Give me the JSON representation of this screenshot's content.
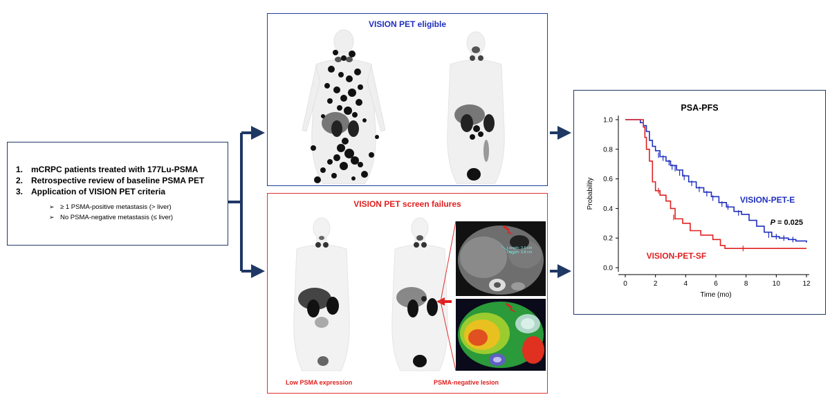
{
  "criteria": {
    "items": [
      {
        "num": "1.",
        "text": "mCRPC patients treated with 177Lu-PSMA"
      },
      {
        "num": "2.",
        "text": "Retrospective review of baseline PSMA PET"
      },
      {
        "num": "3.",
        "text": "Application of VISION PET criteria"
      }
    ],
    "sub_items": [
      "≥ 1 PSMA-positive metastasis (> liver)",
      "No PSMA-negative metastasis (≤ liver)"
    ]
  },
  "eligible": {
    "title": "VISION PET eligible"
  },
  "screen_fail": {
    "title": "VISION PET screen failures",
    "captions": [
      "Low PSMA expression",
      "PSMA-negative lesion"
    ],
    "ct_label_lines": [
      "Length: 3.6 cm",
      "Length: 3.8 cm"
    ]
  },
  "colors": {
    "navy": "#1f3864",
    "blue": "#1f2fbf",
    "red": "#e02020"
  },
  "chart_data": {
    "type": "line",
    "title": "PSA-PFS",
    "xlabel": "Time (mo)",
    "ylabel": "Probability",
    "xlim": [
      0,
      12
    ],
    "ylim": [
      0,
      1.0
    ],
    "xticks": [
      0,
      2,
      4,
      6,
      8,
      10,
      12
    ],
    "yticks": [
      0.0,
      0.2,
      0.4,
      0.6,
      0.8,
      1.0
    ],
    "annotation": {
      "label": "P",
      "value": "= 0.025"
    },
    "series": [
      {
        "name": "VISION-PET-E",
        "color": "#1f2fbf",
        "points": [
          [
            0,
            1.0
          ],
          [
            0.9,
            1.0
          ],
          [
            1.0,
            0.98
          ],
          [
            1.2,
            0.96
          ],
          [
            1.4,
            0.92
          ],
          [
            1.6,
            0.86
          ],
          [
            1.8,
            0.82
          ],
          [
            2.0,
            0.79
          ],
          [
            2.3,
            0.75
          ],
          [
            2.7,
            0.72
          ],
          [
            3.0,
            0.69
          ],
          [
            3.4,
            0.66
          ],
          [
            3.8,
            0.62
          ],
          [
            4.2,
            0.58
          ],
          [
            4.7,
            0.54
          ],
          [
            5.2,
            0.51
          ],
          [
            5.7,
            0.48
          ],
          [
            6.2,
            0.44
          ],
          [
            6.7,
            0.41
          ],
          [
            7.2,
            0.38
          ],
          [
            7.7,
            0.36
          ],
          [
            8.2,
            0.32
          ],
          [
            8.7,
            0.28
          ],
          [
            9.2,
            0.24
          ],
          [
            9.7,
            0.21
          ],
          [
            10.2,
            0.2
          ],
          [
            10.8,
            0.19
          ],
          [
            11.3,
            0.18
          ],
          [
            12.0,
            0.17
          ]
        ],
        "censors": [
          [
            2.2,
            0.76
          ],
          [
            2.5,
            0.74
          ],
          [
            2.9,
            0.71
          ],
          [
            3.1,
            0.68
          ],
          [
            3.3,
            0.67
          ],
          [
            3.6,
            0.64
          ],
          [
            3.9,
            0.61
          ],
          [
            4.4,
            0.57
          ],
          [
            4.9,
            0.53
          ],
          [
            5.4,
            0.5
          ],
          [
            5.8,
            0.47
          ],
          [
            6.4,
            0.43
          ],
          [
            6.8,
            0.41
          ],
          [
            7.5,
            0.37
          ],
          [
            9.5,
            0.22
          ],
          [
            10.0,
            0.21
          ],
          [
            10.5,
            0.2
          ],
          [
            11.1,
            0.19
          ]
        ]
      },
      {
        "name": "VISION-PET-SF",
        "color": "#e02020",
        "points": [
          [
            0,
            1.0
          ],
          [
            1.0,
            1.0
          ],
          [
            1.2,
            0.95
          ],
          [
            1.3,
            0.88
          ],
          [
            1.4,
            0.8
          ],
          [
            1.6,
            0.72
          ],
          [
            1.8,
            0.58
          ],
          [
            2.0,
            0.52
          ],
          [
            2.3,
            0.49
          ],
          [
            2.7,
            0.45
          ],
          [
            3.0,
            0.4
          ],
          [
            3.3,
            0.33
          ],
          [
            3.8,
            0.3
          ],
          [
            4.3,
            0.25
          ],
          [
            5.0,
            0.22
          ],
          [
            5.8,
            0.19
          ],
          [
            6.3,
            0.15
          ],
          [
            6.6,
            0.13
          ],
          [
            12.0,
            0.13
          ]
        ],
        "censors": [
          [
            2.2,
            0.52
          ],
          [
            3.2,
            0.34
          ],
          [
            7.8,
            0.13
          ]
        ]
      }
    ]
  }
}
